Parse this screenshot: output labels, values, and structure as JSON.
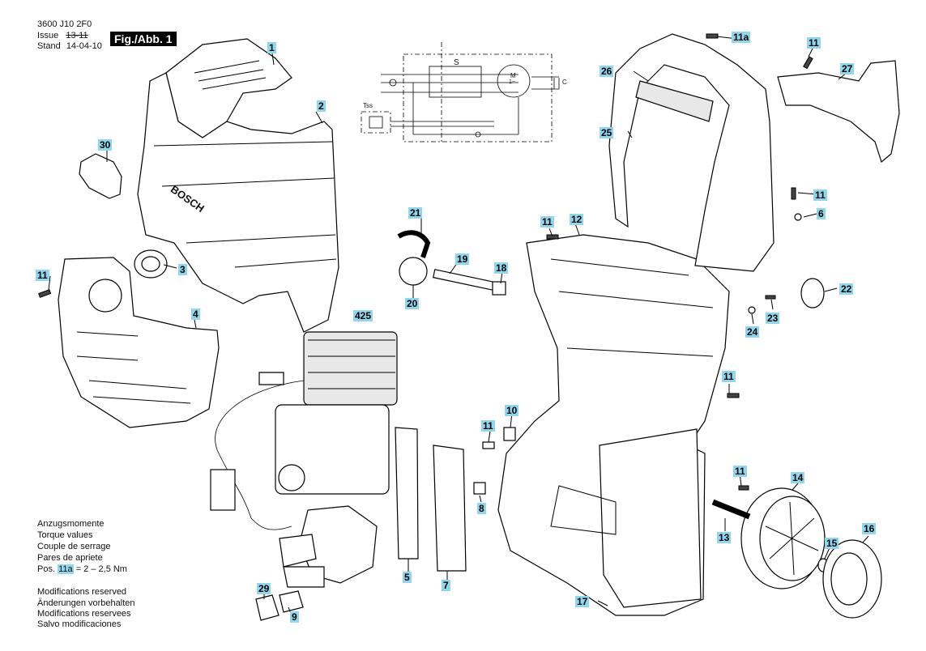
{
  "header": {
    "doc_number": "3600 J10 2F0",
    "issue_label": "Issue",
    "issue_value": "13-11",
    "stand_label": "Stand",
    "stand_value": "14-04-10",
    "figure_title": "Fig./Abb. 1"
  },
  "notes": {
    "torque_lines": [
      "Anzugsmomente",
      "Torque values",
      "Couple de serrage",
      "Pares de apriete"
    ],
    "pos_prefix": "Pos.",
    "pos_ref": "11a",
    "pos_value": "= 2 – 2,5 Nm",
    "modification_lines": [
      "Modifications reserved",
      "Änderungen vorbehalten",
      "Modifications reservees",
      "Salvo modificaciones"
    ]
  },
  "brand": {
    "logo_text": "BOSCH"
  },
  "schematic": {
    "switch_label": "S",
    "tss_label": "Tss",
    "motor_label": "M",
    "motor_phase": "1~",
    "capacitor_label": "C"
  },
  "callouts": [
    "1",
    "2",
    "30",
    "3",
    "11",
    "4",
    "425",
    "21",
    "19",
    "18",
    "20",
    "10",
    "11",
    "8",
    "5",
    "7",
    "29",
    "9",
    "11a",
    "11",
    "26",
    "27",
    "25",
    "11",
    "6",
    "11",
    "12",
    "22",
    "23",
    "24",
    "11",
    "11",
    "14",
    "13",
    "15",
    "16",
    "17"
  ],
  "colors": {
    "callout_fill": "#8fd6ef",
    "figure_badge": "#000000"
  }
}
